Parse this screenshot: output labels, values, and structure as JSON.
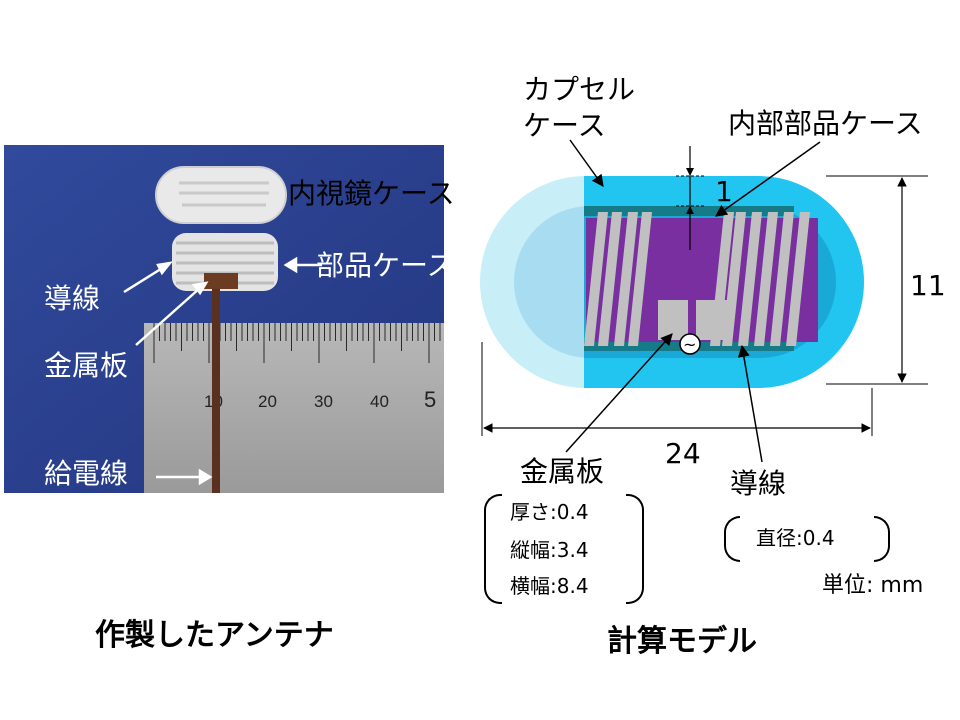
{
  "photo": {
    "labels": {
      "endoscope_case": "内視鏡ケース",
      "parts_case": "部品ケース",
      "wire": "導線",
      "metal_plate": "金属板",
      "feed_line": "給電線"
    },
    "ruler_ticks": [
      "10",
      "20",
      "30",
      "40",
      "5"
    ],
    "caption": "作製したアンテナ"
  },
  "model": {
    "labels": {
      "capsule_case_line1": "カプセル",
      "capsule_case_line2": "ケース",
      "inner_parts_case": "内部部品ケース",
      "metal_plate": "金属板",
      "wire": "導線"
    },
    "dims": {
      "gap": "1",
      "height": "11",
      "length": "24"
    },
    "plate_spec": [
      "厚さ:0.4",
      "縦幅:3.4",
      "横幅:8.4"
    ],
    "wire_spec": "直径:0.4",
    "unit": "単位:  mm",
    "source_symbol": "~",
    "caption": "計算モデル"
  },
  "colors": {
    "photo_bg": "#2b3f8f",
    "capsule_outer": "#22c4f0",
    "capsule_translucent": "#c8eef8",
    "inner_case": "#a8dcf0",
    "plate_teal": "#157b88",
    "substrate": "#7a2fa0",
    "wire_gray": "#c0c0c0"
  }
}
